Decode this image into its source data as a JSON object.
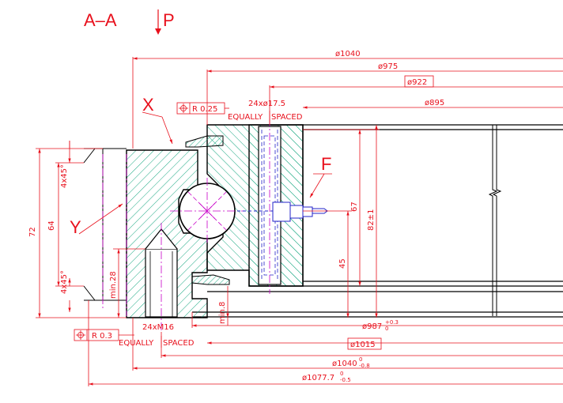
{
  "section_label": "A–A",
  "view_label": "P",
  "callouts": {
    "x": "X",
    "y": "Y",
    "f": "F"
  },
  "dims": {
    "d1040": "ø1040",
    "d975": "ø975",
    "d922": "ø922",
    "d895": "ø895",
    "d987": "ø987",
    "d987_tol_upper": "+0.3",
    "d987_tol_lower": "0",
    "d1015": "ø1015",
    "d1040b": "ø1040",
    "d1040b_tol_upper": "0",
    "d1040b_tol_lower": "-0.8",
    "d10777": "ø1077.7",
    "d10777_tol_upper": "0",
    "d10777_tol_lower": "-0.5",
    "h72": "72",
    "h64": "64",
    "chamfer_top": "4x45°",
    "chamfer_bottom": "4x45°",
    "min28": "min.28",
    "min8": "min.8",
    "h45": "45",
    "h67": "67",
    "h82": "82±1"
  },
  "notes": {
    "holes_top": "24xø17.5",
    "holes_bottom": "24xM16",
    "equally": "EQUALLY",
    "spaced": "SPACED",
    "runout_top": "R 0.25",
    "runout_bottom": "R 0.3"
  },
  "colors": {
    "dimension": "#e8101c",
    "outline": "#000000",
    "hatch": "#1aa882",
    "hidden": "#2323c8",
    "centerline": "#c800c8"
  }
}
